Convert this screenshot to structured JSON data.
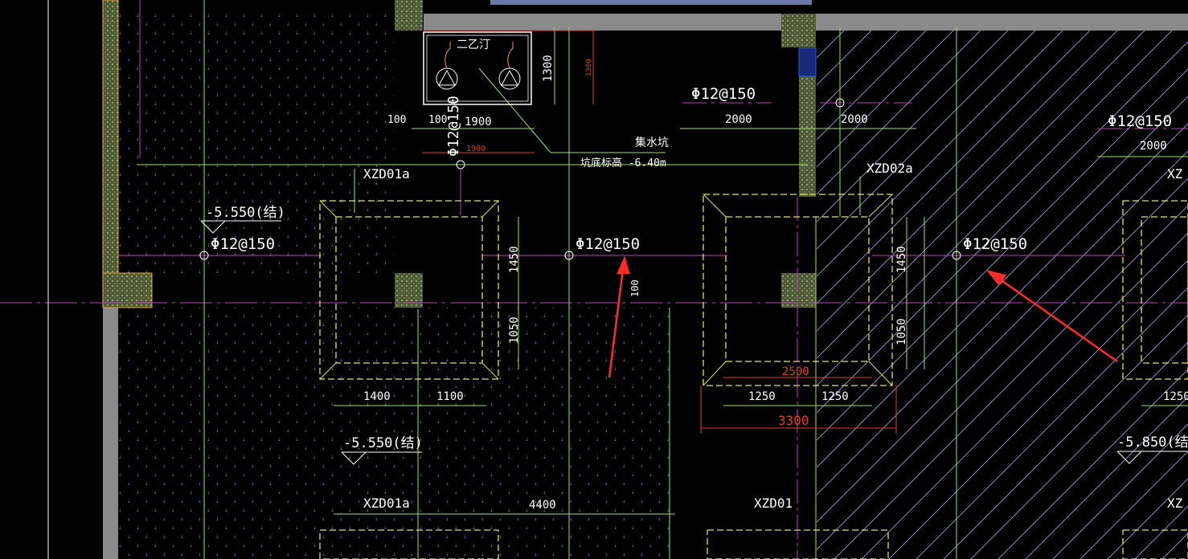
{
  "colors": {
    "background": "#000000",
    "wall_hatch": "#8a9a6a",
    "dims_green": "#9fe06a",
    "grid_magenta": "#c040c0",
    "pad_yellow": "#e6e64a",
    "text_white": "#ffffff",
    "dim_red": "#e04020",
    "slope_hatch": "#9aa0ff",
    "dot_fill": "#5a78c8",
    "arrow_red": "#ff2a2a"
  },
  "labels": {
    "rebar_top_left": "Φ12@150",
    "rebar_vertical": "Φ12@150",
    "rebar_center": "Φ12@150",
    "rebar_right": "Φ12@150",
    "rebar_top_mid": "Φ12@150",
    "rebar_top_far": "Φ12@150",
    "pit_name": "集水坑",
    "pit_elevation": "坑底标高 -6.40m",
    "pit_box_label": "二乙汀",
    "elev_left": "-5.550(结)",
    "elev_bottom": "-5.550(结)",
    "elev_right": "-5.850(结",
    "footing_a": "XZD01a",
    "footing_b": "XZD02a",
    "footing_c": "XZD01a",
    "footing_d": "XZD01",
    "footing_e": "XZ"
  },
  "dimensions": {
    "d100a": "100",
    "d100b": "100",
    "d1900": "1900",
    "d1900r": "1900",
    "d1300": "1300",
    "d1300r": "1300",
    "d2000a": "2000",
    "d2000b": "2000",
    "d2000c": "2000",
    "d1450a": "1450",
    "d1050a": "1050",
    "d1450b": "1450",
    "d1050b": "1050",
    "d100c": "100",
    "d1400": "1400",
    "d1100": "1100",
    "d2500": "2500",
    "d1250a": "1250",
    "d1250b": "1250",
    "d3300": "3300",
    "d4400": "4400",
    "d1250c": "1250"
  }
}
